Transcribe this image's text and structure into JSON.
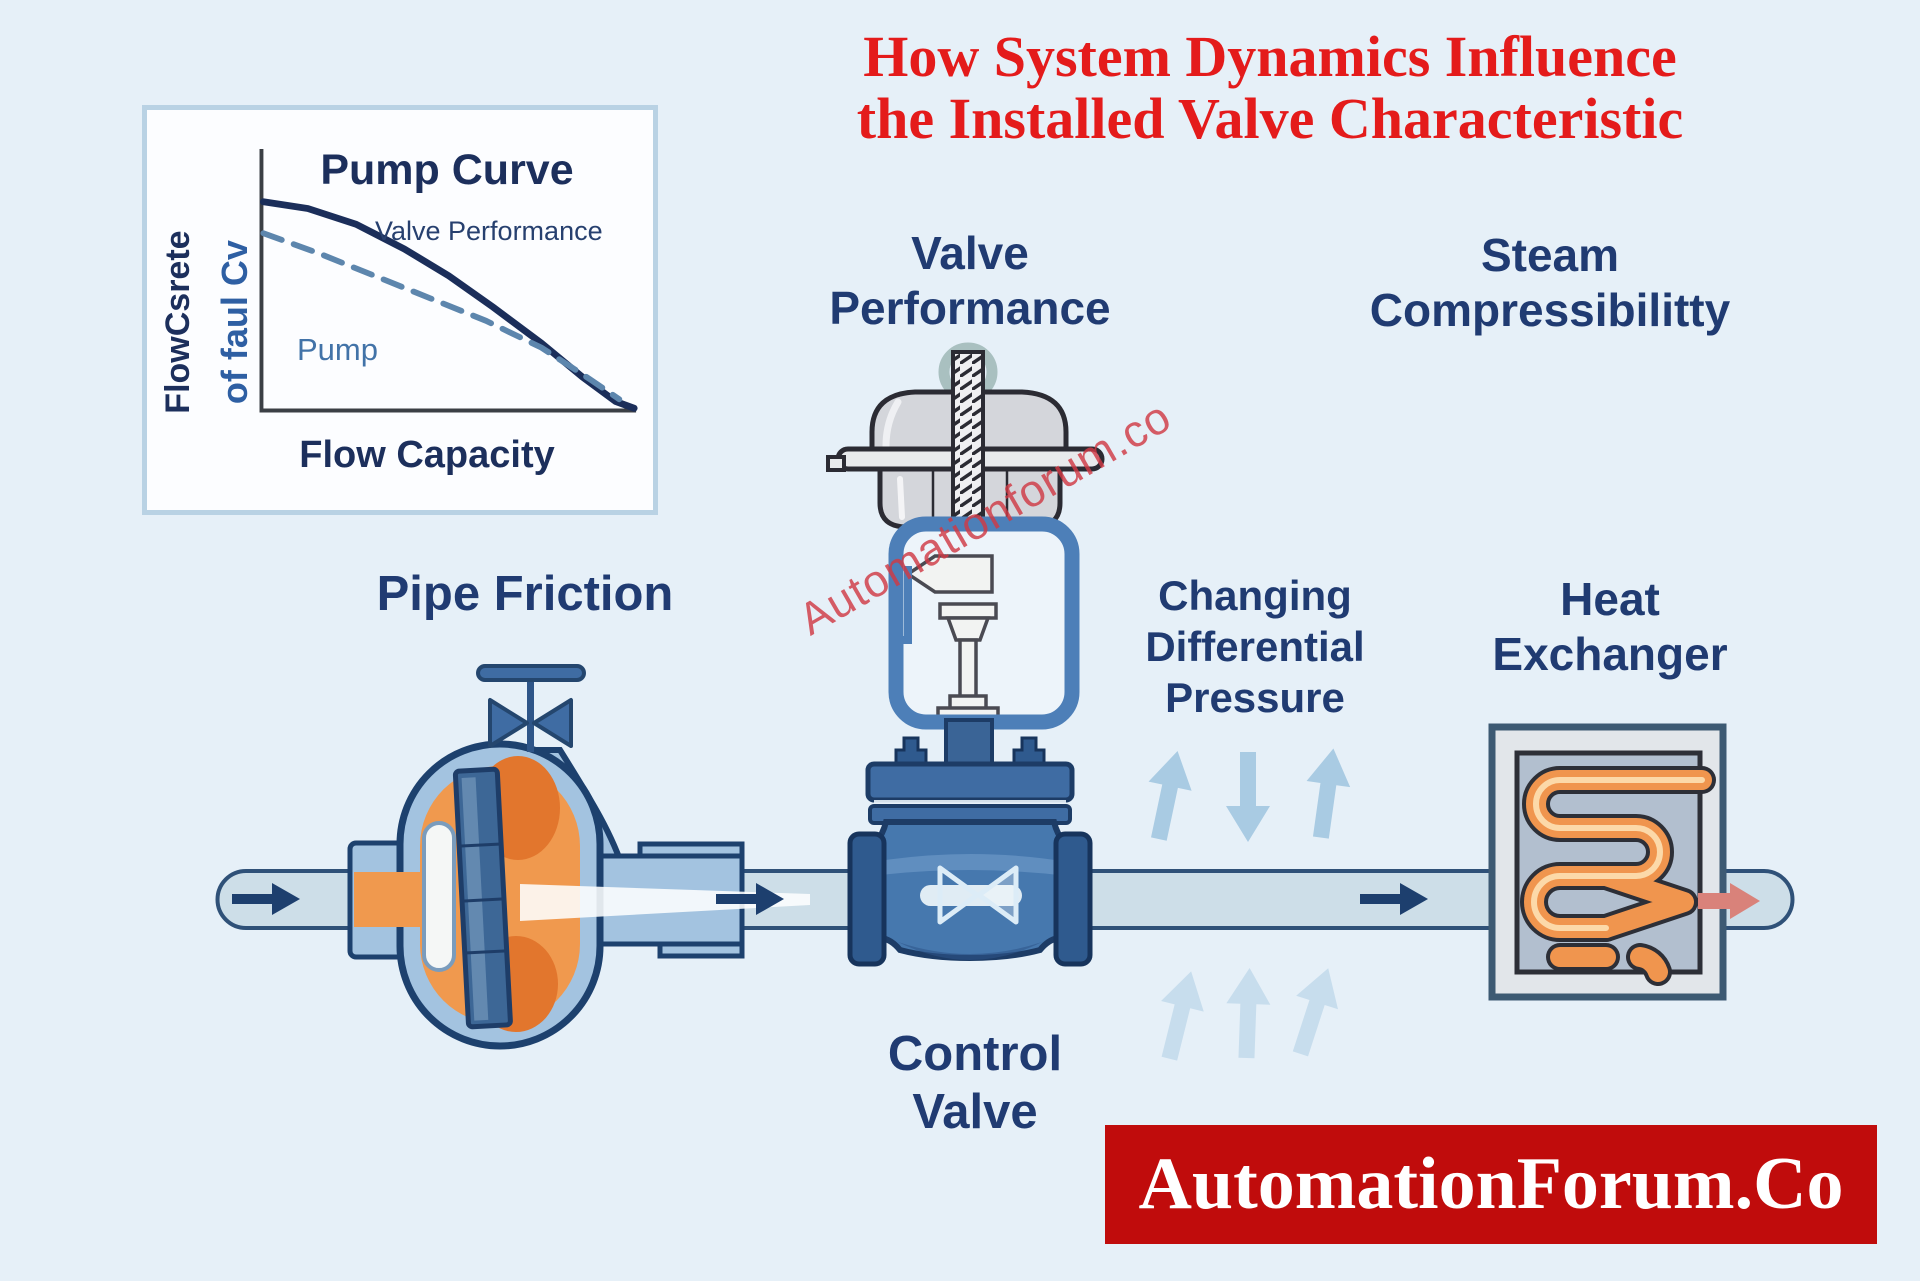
{
  "title": {
    "text": "How System Dynamics Influence\nthe Installed Valve Characteristic",
    "color": "#e41b1b"
  },
  "inset_chart": {
    "title": "Pump Curve",
    "ylabel_line1": "FlowCsrete",
    "ylabel_line2": "of faul Cv",
    "xlabel": "Flow Capacity",
    "solid_curve_label": "Valve Performance",
    "dashed_curve_label": "Pump"
  },
  "chart_data": {
    "type": "line",
    "title": "Pump Curve",
    "xlabel": "Flow Capacity",
    "ylabel": "FlowCsrete of faul Cv",
    "axis_numeric": false,
    "xlim": [
      0,
      1
    ],
    "ylim": [
      0,
      1
    ],
    "grid": false,
    "legend_position": "inline-annotations",
    "series": [
      {
        "name": "Valve Performance",
        "style": "solid",
        "color": "#1b2e5a",
        "points": [
          [
            0,
            0.93
          ],
          [
            0.12,
            0.9
          ],
          [
            0.25,
            0.83
          ],
          [
            0.38,
            0.72
          ],
          [
            0.5,
            0.6
          ],
          [
            0.62,
            0.46
          ],
          [
            0.75,
            0.3
          ],
          [
            0.86,
            0.15
          ],
          [
            0.95,
            0.04
          ],
          [
            1,
            0.01
          ]
        ]
      },
      {
        "name": "Pump",
        "style": "dashed",
        "color": "#5d86ad",
        "points": [
          [
            0,
            0.79
          ],
          [
            0.15,
            0.7
          ],
          [
            0.3,
            0.6
          ],
          [
            0.45,
            0.5
          ],
          [
            0.6,
            0.4
          ],
          [
            0.75,
            0.28
          ],
          [
            0.88,
            0.14
          ],
          [
            0.96,
            0.05
          ]
        ]
      }
    ]
  },
  "labels": {
    "valve_performance": "Valve\nPerformance",
    "steam_compressibility": "Steam\nCompressibilitty",
    "pipe_friction": "Pipe Friction",
    "changing_differential_pressure": "Changing\nDifferential\nPressure",
    "heat_exchanger": "Heat\nExchanger",
    "control_valve": "Control\nValve",
    "heading_color": "#203b72"
  },
  "watermark": {
    "text": "Automationforum.co",
    "color": "#cf3944"
  },
  "banner": {
    "text": "AutomationForum.Co",
    "background": "#c00c0c",
    "foreground": "#ffffff"
  },
  "icons": {
    "pump": "pump-icon",
    "hand_valve": "hand-valve-icon",
    "control_valve": "control-valve-icon",
    "actuator": "actuator-icon",
    "heat_exchanger": "heat-exchanger-icon",
    "flow_arrow": "flow-arrow-icon",
    "pressure_arrow": "pressure-arrow-icon",
    "outlet_arrow": "outlet-arrow-icon"
  },
  "colors": {
    "background": "#e6f0f8",
    "pipe_fill": "#cddee8",
    "pipe_stroke": "#2f5178",
    "pump_casing_blue": "#a3c3e0",
    "pump_orange": "#f0994e",
    "pump_orange_dark": "#e2762d",
    "impeller_blue": "#3d6796",
    "valve_body_blue": "#4678ae",
    "valve_flange_blue": "#2f5a8e",
    "actuator_gray": "#d4d6db",
    "yoke_blue": "#4d7fb8",
    "coil_orange": "#f0954e",
    "flow_arrow_navy": "#1d3f6e",
    "pressure_arrow_light": "#a9cbe3",
    "outlet_arrow_salmon": "#d9827a"
  }
}
